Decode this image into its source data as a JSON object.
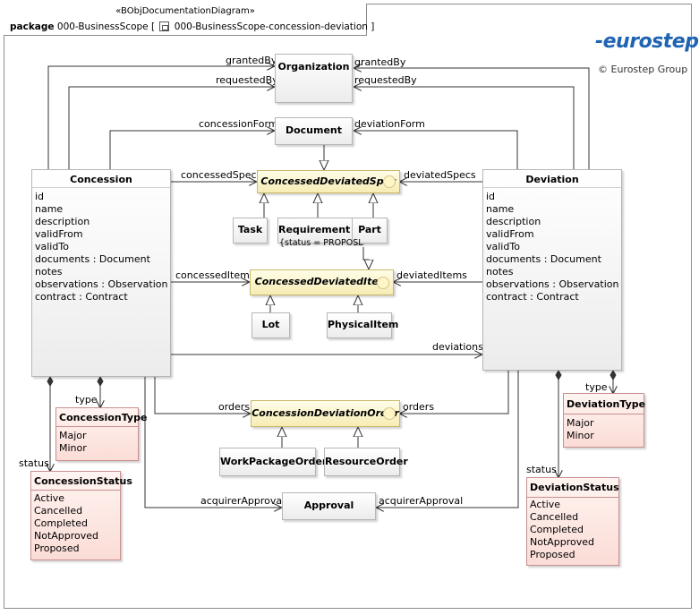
{
  "header": {
    "stereotype": "«BObjDocumentationDiagram»",
    "keyword": "package",
    "package_name": "000-BusinessScope [",
    "diagram_name": "000-BusinessScope-concession-deviation ]",
    "diagram_icon": "diagram-icon"
  },
  "brand": {
    "logo_text": "-eurostep",
    "copyright": "© Eurostep Group",
    "color": "#1f63b3"
  },
  "classes": {
    "organization": "Organization",
    "document": "Document",
    "concession": {
      "name": "Concession",
      "attributes": [
        "id",
        "name",
        "description",
        "validFrom",
        "validTo",
        "documents : Document",
        "notes",
        "observations : Observation",
        "contract : Contract"
      ]
    },
    "deviation": {
      "name": "Deviation",
      "attributes": [
        "id",
        "name",
        "description",
        "validFrom",
        "validTo",
        "documents : Document",
        "notes",
        "observations : Observation",
        "contract : Contract"
      ]
    },
    "task": "Task",
    "requirement": "Requirement",
    "part": "Part",
    "lot": "Lot",
    "physical_item": "PhysicalItem",
    "work_package_order": "WorkPackageOrder",
    "resource_order": "ResourceOrder",
    "approval": "Approval"
  },
  "interfaces": {
    "spec": "ConcessedDeviatedSpec",
    "item": "ConcessedDeviatedItem",
    "order": "ConcessionDeviationOrder"
  },
  "enums": {
    "concession_type": {
      "name": "ConcessionType",
      "literals": [
        "Major",
        "Minor"
      ]
    },
    "concession_status": {
      "name": "ConcessionStatus",
      "literals": [
        "Active",
        "Cancelled",
        "Completed",
        "NotApproved",
        "Proposed"
      ]
    },
    "deviation_type": {
      "name": "DeviationType",
      "literals": [
        "Major",
        "Minor"
      ]
    },
    "deviation_status": {
      "name": "DeviationStatus",
      "literals": [
        "Active",
        "Cancelled",
        "Completed",
        "NotApproved",
        "Proposed"
      ]
    }
  },
  "constraint": "{status = PROPOSL",
  "roles": {
    "granted_by_left": "grantedBy",
    "granted_by_right": "grantedBy",
    "requested_by_left": "requestedBy",
    "requested_by_right": "requestedBy",
    "concession_form": "concessionForm",
    "deviation_form": "deviationForm",
    "concessed_specs": "concessedSpecs",
    "deviated_specs": "deviatedSpecs",
    "concessed_items": "concessedItems",
    "deviated_items": "deviatedItems",
    "deviations": "deviations",
    "orders_left": "orders",
    "orders_right": "orders",
    "acquirer_approval_left": "acquirerApproval",
    "acquirer_approval_right": "acquirerApproval",
    "type_left": "type",
    "status_left": "status",
    "type_right": "type",
    "status_right": "status"
  }
}
